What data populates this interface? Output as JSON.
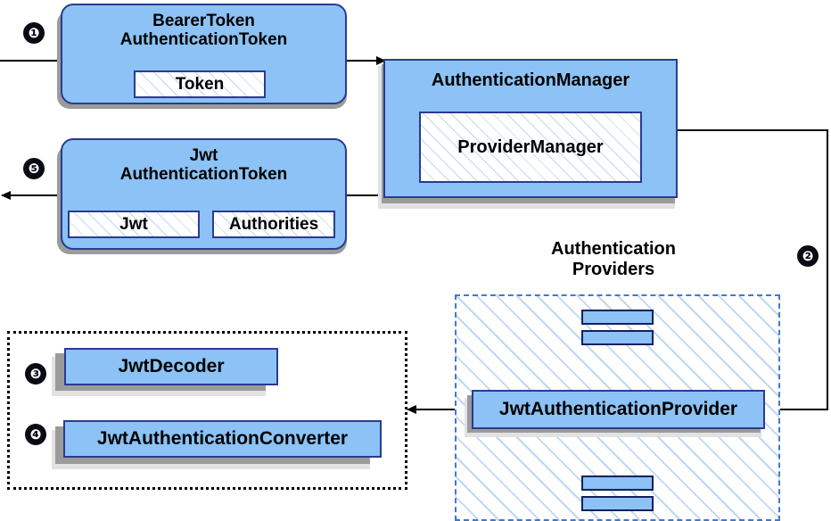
{
  "diagram": {
    "title": "Spring Security JWT Bearer Token Authentication Flow",
    "colors": {
      "node_fill": "#8CC2F5",
      "node_border": "#2A3B8F",
      "hatch": "#bcd8f5",
      "shadow_dark": "#9b9b9b",
      "shadow_light": "#e2e2e2",
      "dashed_border": "#4478c8",
      "dotted_border": "#000000",
      "badge_fill": "#0a0a14",
      "badge_text": "#ffffff"
    }
  },
  "nodes": {
    "bearer_token": {
      "title_line1": "BearerToken",
      "title_line2": "AuthenticationToken",
      "inner": [
        {
          "label": "Token"
        }
      ]
    },
    "jwt_token": {
      "title_line1": "Jwt",
      "title_line2": "AuthenticationToken",
      "inner": [
        {
          "label": "Jwt"
        },
        {
          "label": "Authorities"
        }
      ]
    },
    "authentication_manager": {
      "title": "AuthenticationManager",
      "inner": [
        {
          "label": "ProviderManager"
        }
      ]
    },
    "jwt_decoder": {
      "label": "JwtDecoder"
    },
    "jwt_authentication_converter": {
      "label": "JwtAuthenticationConverter"
    },
    "jwt_authentication_provider": {
      "label": "JwtAuthenticationProvider"
    }
  },
  "groups": {
    "authentication_providers": {
      "caption_line1": "Authentication",
      "caption_line2": "Providers"
    }
  },
  "badges": [
    {
      "id": "step-1",
      "label": "❶"
    },
    {
      "id": "step-2",
      "label": "❷"
    },
    {
      "id": "step-3",
      "label": "❸"
    },
    {
      "id": "step-4",
      "label": "❹"
    },
    {
      "id": "step-5",
      "label": "❺"
    }
  ]
}
